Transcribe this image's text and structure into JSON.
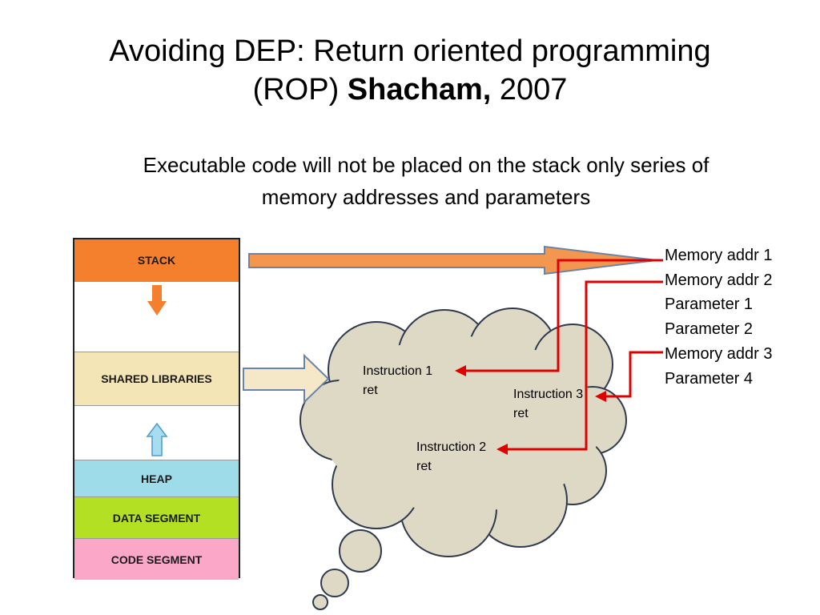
{
  "title": {
    "line1": "Avoiding DEP: Return oriented programming",
    "line2_prefix": "(ROP) ",
    "line2_bold": "Shacham,",
    "line2_suffix": " 2007"
  },
  "subtitle": {
    "line1": "Executable code will not be placed on the stack only series of",
    "line2": "memory addresses and parameters"
  },
  "memory_map": {
    "stack": "STACK",
    "shared_libraries": "SHARED LIBRARIES",
    "heap": "HEAP",
    "data_segment": "DATA SEGMENT",
    "code_segment": "CODE SEGMENT"
  },
  "cloud": {
    "instruction1": {
      "name": "Instruction 1",
      "ret": "ret"
    },
    "instruction2": {
      "name": "Instruction 2",
      "ret": "ret"
    },
    "instruction3": {
      "name": "Instruction 3",
      "ret": "ret"
    }
  },
  "stack_contents": [
    "Memory addr 1",
    "Memory addr 2",
    "Parameter 1",
    "Parameter 2",
    "Memory addr 3",
    "Parameter 4"
  ],
  "colors": {
    "stack": "#f47f2c",
    "shared": "#f4e5b7",
    "heap": "#9fdcea",
    "data": "#b3e022",
    "code": "#fba8c8",
    "cloud_fill": "#ddd9c4",
    "pointer_red": "#e00000"
  }
}
